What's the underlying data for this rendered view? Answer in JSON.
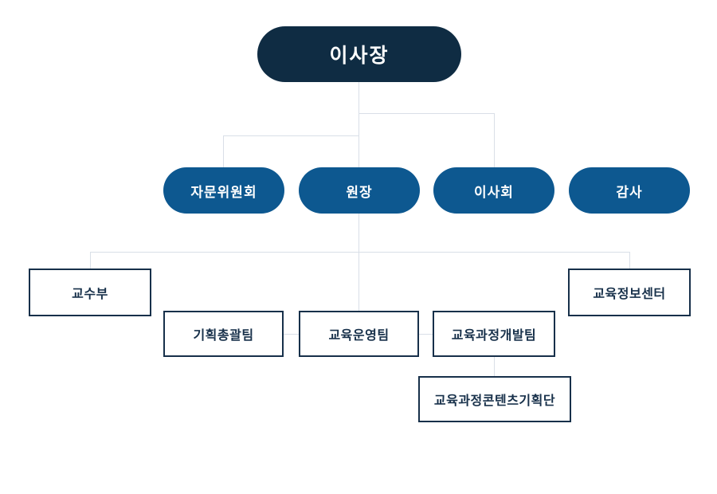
{
  "colors": {
    "primary_dark": "#0f2c43",
    "primary_blue": "#0d5890",
    "box_border": "#17304a",
    "box_text": "#17304a",
    "connector": "#d9dfe7",
    "page_bg": "#ffffff"
  },
  "org_chart": {
    "root": {
      "id": "chairman",
      "label": "이사장"
    },
    "level2": [
      {
        "id": "advisory-committee",
        "label": "자문위원회"
      },
      {
        "id": "director",
        "label": "원장"
      },
      {
        "id": "board-of-directors",
        "label": "이사회"
      },
      {
        "id": "auditor",
        "label": "감사"
      }
    ],
    "level3": [
      {
        "id": "professor-department",
        "label": "교수부"
      },
      {
        "id": "planning-general-team",
        "label": "기획총괄팀"
      },
      {
        "id": "education-operation-team",
        "label": "교육운영팀"
      },
      {
        "id": "curriculum-development-team",
        "label": "교육과정개발팀"
      },
      {
        "id": "education-info-center",
        "label": "교육정보센터"
      }
    ],
    "level4": [
      {
        "id": "curriculum-content-planning-group",
        "label": "교육과정콘텐츠기획단"
      }
    ]
  }
}
